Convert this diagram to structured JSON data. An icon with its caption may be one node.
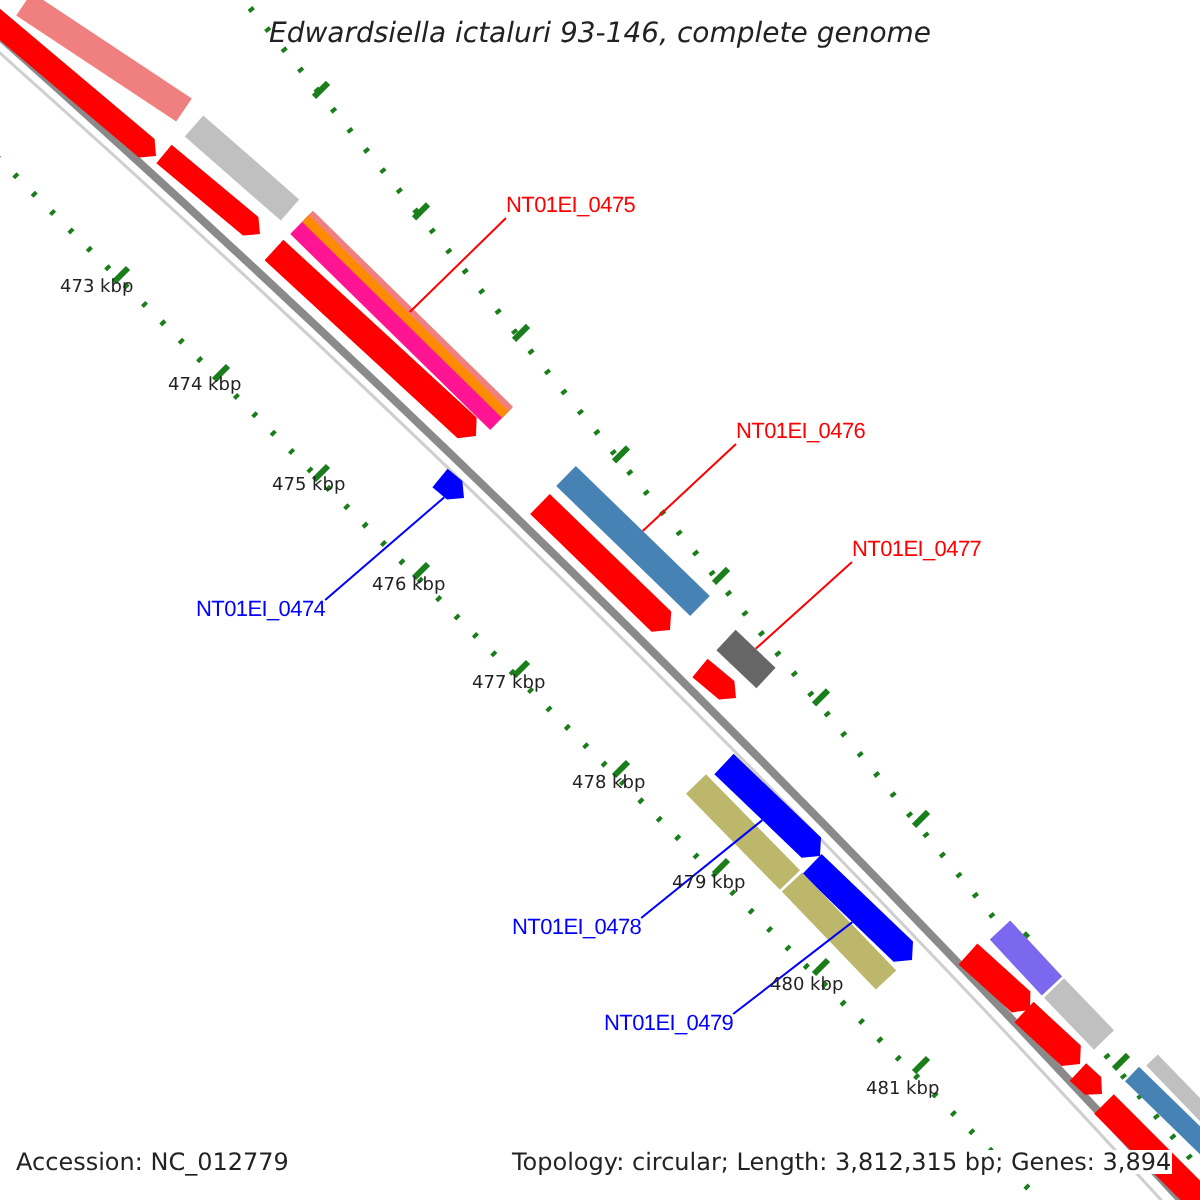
{
  "diagram": {
    "title": "Edwardsiella ictaluri 93-146, complete genome",
    "nodes": [
      {
        "text": [
          "NT01EI_0475"
        ]
      },
      {
        "text": [],
        "shape": "bar"
      },
      {
        "text": [
          "NT01EI_0476"
        ]
      },
      {
        "text": [],
        "shape": "bar"
      },
      {
        "text": [
          "NT01EI_0477"
        ]
      },
      {
        "text": [],
        "shape": "box"
      },
      {
        "text": [
          "NT01EI_0474"
        ]
      },
      {
        "text": [],
        "shape": "arrow"
      },
      {
        "text": [
          "NT01EI_0478"
        ]
      },
      {
        "text": [],
        "shape": "arrow"
      },
      {
        "text": [
          "NT01EI_0479"
        ]
      },
      {
        "text": [],
        "shape": "arrow"
      },
      {
        "text": [],
        "shape": "bar"
      },
      {
        "text": [],
        "shape": "arrow"
      },
      {
        "text": [],
        "shape": "bar"
      },
      {
        "text": [],
        "shape": "arrow"
      },
      {
        "text": [],
        "shape": "arrow"
      },
      {
        "text": [],
        "shape": "arrow"
      },
      {
        "text": [],
        "shape": "arrow"
      },
      {
        "text": [],
        "shape": "bar"
      },
      {
        "text": [],
        "shape": "bar"
      },
      {
        "text": [],
        "shape": "bar"
      },
      {
        "text": [],
        "shape": "bar"
      },
      {
        "text": [],
        "shape": "arrow"
      },
      {
        "text": [],
        "shape": "arrow"
      },
      {
        "text": [],
        "shape": "arrow"
      },
      {
        "text": [],
        "shape": "bar"
      },
      {
        "text": [],
        "shape": "bar"
      },
      {
        "text": [],
        "shape": "bar"
      }
    ],
    "edges": [
      {
        "from": 0,
        "to": 1,
        "arrow": "none",
        "color": "#ff0000"
      },
      {
        "from": 2,
        "to": 3,
        "arrow": "none",
        "color": "#ff0000"
      },
      {
        "from": 4,
        "to": 5,
        "arrow": "none",
        "color": "#ff0000"
      },
      {
        "from": 6,
        "to": 7,
        "arrow": "none",
        "color": "#0000ff"
      },
      {
        "from": 8,
        "to": 9,
        "arrow": "none",
        "color": "#0000ff"
      },
      {
        "from": 10,
        "to": 11,
        "arrow": "none",
        "color": "#0000ff"
      }
    ],
    "labels": [
      "473 kbp",
      "474 kbp",
      "475 kbp",
      "476 kbp",
      "477 kbp",
      "478 kbp",
      "479 kbp",
      "480 kbp",
      "481 kbp",
      "Accession: NC_012779",
      "Topology: circular; Length: 3,812,315 bp; Genes: 3,894"
    ]
  }
}
